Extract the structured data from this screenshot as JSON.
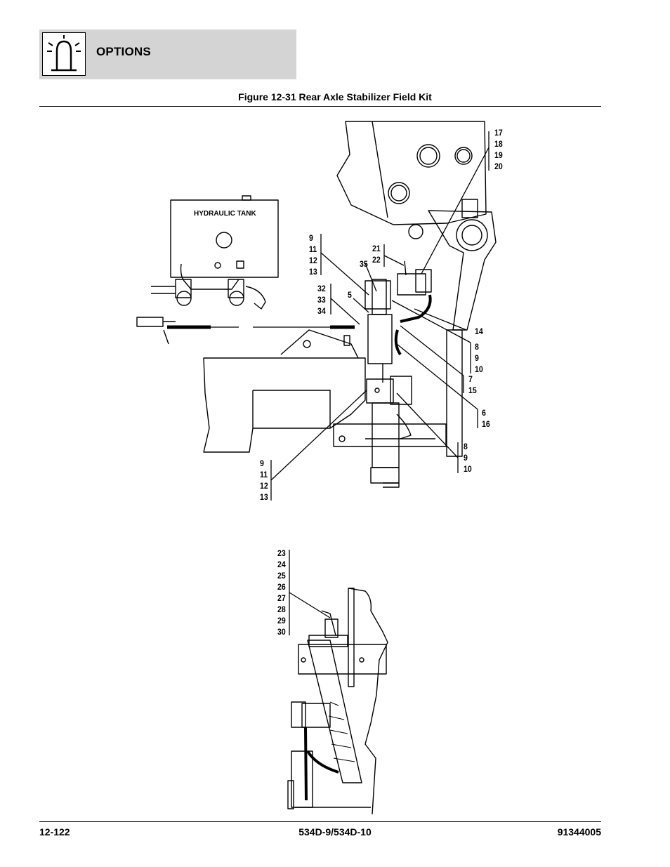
{
  "header": {
    "section_title": "OPTIONS",
    "icon": "beacon-light-icon"
  },
  "figure": {
    "title": "Figure 12-31 Rear Axle Stabilizer Field Kit",
    "tank_label": "HYDRAULIC TANK",
    "callouts": {
      "c17_20": "17\n18\n19\n20",
      "c9_13a": "9\n11\n12\n13",
      "c21_22": "21\n22",
      "c35": "35",
      "c32_34": "32\n33\n34",
      "c5": "5",
      "c14": "14",
      "c8_10a": "8\n9\n10",
      "c7_15": "7\n15",
      "c6_16": "6\n16",
      "c8_10b": "8\n9\n10",
      "c9_13b": "9\n11\n12\n13",
      "c23_30": "23\n24\n25\n26\n27\n28\n29\n30"
    }
  },
  "footer": {
    "page": "12-122",
    "model": "534D-9/534D-10",
    "doc_number": "91344005"
  }
}
